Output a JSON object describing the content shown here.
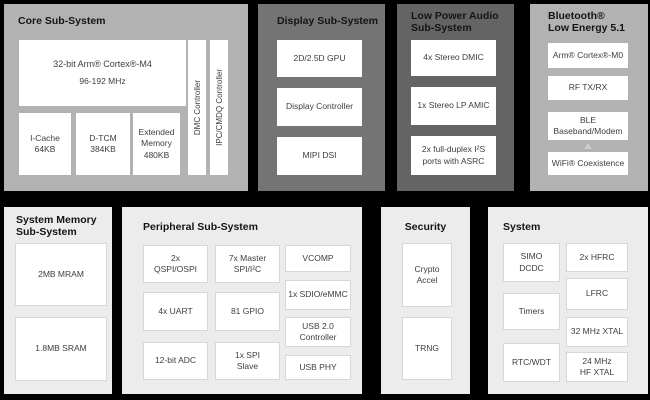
{
  "diagram": {
    "core": {
      "title": "Core Sub-System",
      "cpu_line1": "32-bit Arm® Cortex®-M4",
      "cpu_line2": "96-192 MHz",
      "mem": [
        "I-Cache\n64KB",
        "D-TCM\n384KB",
        "Extended\nMemory\n480KB"
      ],
      "vertical": [
        "DMC Controller",
        "IPC/CMDQ Controller"
      ]
    },
    "display": {
      "title": "Display Sub-System",
      "boxes": [
        "2D/2.5D GPU",
        "Display Controller",
        "MIPI DSI"
      ]
    },
    "audio": {
      "title": "Low Power Audio\nSub-System",
      "boxes": [
        "4x Stereo DMIC",
        "1x Stereo LP AMIC",
        "2x full-duplex I²S\nports with ASRC"
      ]
    },
    "bluetooth": {
      "title": "Bluetooth®\nLow Energy 5.1",
      "boxes": [
        "Arm® Cortex®-M0",
        "RF TX/RX",
        "BLE\nBaseband/Modem",
        "WiFi® Coexistence"
      ]
    },
    "memory": {
      "title": "System Memory\nSub-System",
      "boxes": [
        "2MB MRAM",
        "1.8MB SRAM"
      ]
    },
    "peripheral": {
      "title": "Peripheral Sub-System",
      "col1": [
        "2x\nQSPI/OSPI",
        "4x UART",
        "12-bit ADC"
      ],
      "col2": [
        "7x Master\nSPI/I²C",
        "81 GPIO",
        "1x SPI\nSlave"
      ],
      "col3": [
        "VCOMP",
        "1x SDIO/eMMC",
        "USB 2.0\nController",
        "USB PHY"
      ]
    },
    "security": {
      "title": "Security",
      "boxes": [
        "Crypto\nAccel",
        "TRNG"
      ]
    },
    "system": {
      "title": "System",
      "col1": [
        "SIMO\nDCDC",
        "Timers",
        "RTC/WDT"
      ],
      "col2": [
        "2x HFRC",
        "LFRC",
        "32 MHz XTAL",
        "24 MHz\nHF XTAL"
      ]
    },
    "colors": {
      "background": "#000000",
      "panel_light_gray": "#b2b2b2",
      "panel_medium_gray": "#747474",
      "panel_dark_gray": "#646464",
      "panel_pale_gray": "#ececec",
      "block_fill": "#ffffff",
      "text": "#3e3e3e"
    }
  }
}
